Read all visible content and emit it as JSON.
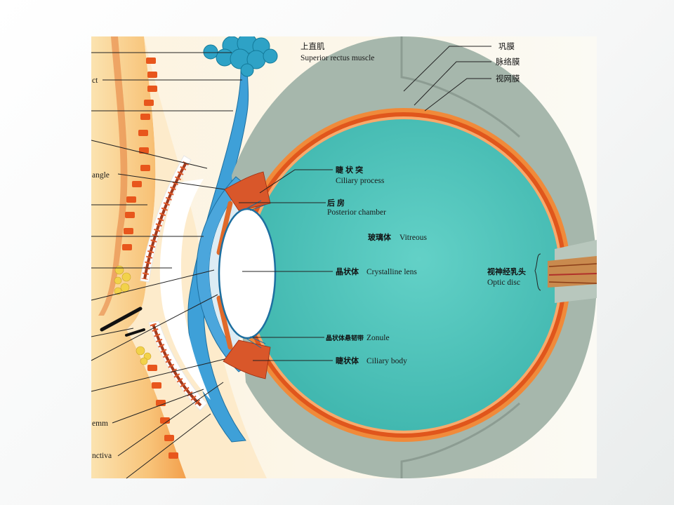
{
  "labels": {
    "superior_rectus_cn": "上直肌",
    "superior_rectus_en": "Superior rectus muscle",
    "sclera_cn": "巩膜",
    "choroid_cn": "脉络膜",
    "retina_cn": "视网膜",
    "ciliary_process_cn": "睫 状 突",
    "ciliary_process_en": "Ciliary process",
    "posterior_chamber_cn": "后 房",
    "posterior_chamber_en": "Posterior chamber",
    "vitreous_cn": "玻璃体",
    "vitreous_en": "Vitreous",
    "lens_cn": "晶状体",
    "lens_en": "Crystalline lens",
    "optic_disc_cn": "视神经乳头",
    "optic_disc_en": "Optic disc",
    "zonule_cn": "晶状体悬韧带",
    "zonule_en": "Zonule",
    "ciliary_body_cn": "睫状体",
    "ciliary_body_en": "Ciliary body",
    "left_ct": "ct",
    "left_angle": "angle",
    "left_emm": "emm",
    "left_nctiva": "nctiva"
  },
  "colors": {
    "vitreous": "#5cc9c0",
    "sclera": "#9fb3a6",
    "choroid": "#e85a1e",
    "cornea": "#4fa6dc",
    "lid_tissue": "#f7b267",
    "lacrimal": "#3aa3c9"
  }
}
